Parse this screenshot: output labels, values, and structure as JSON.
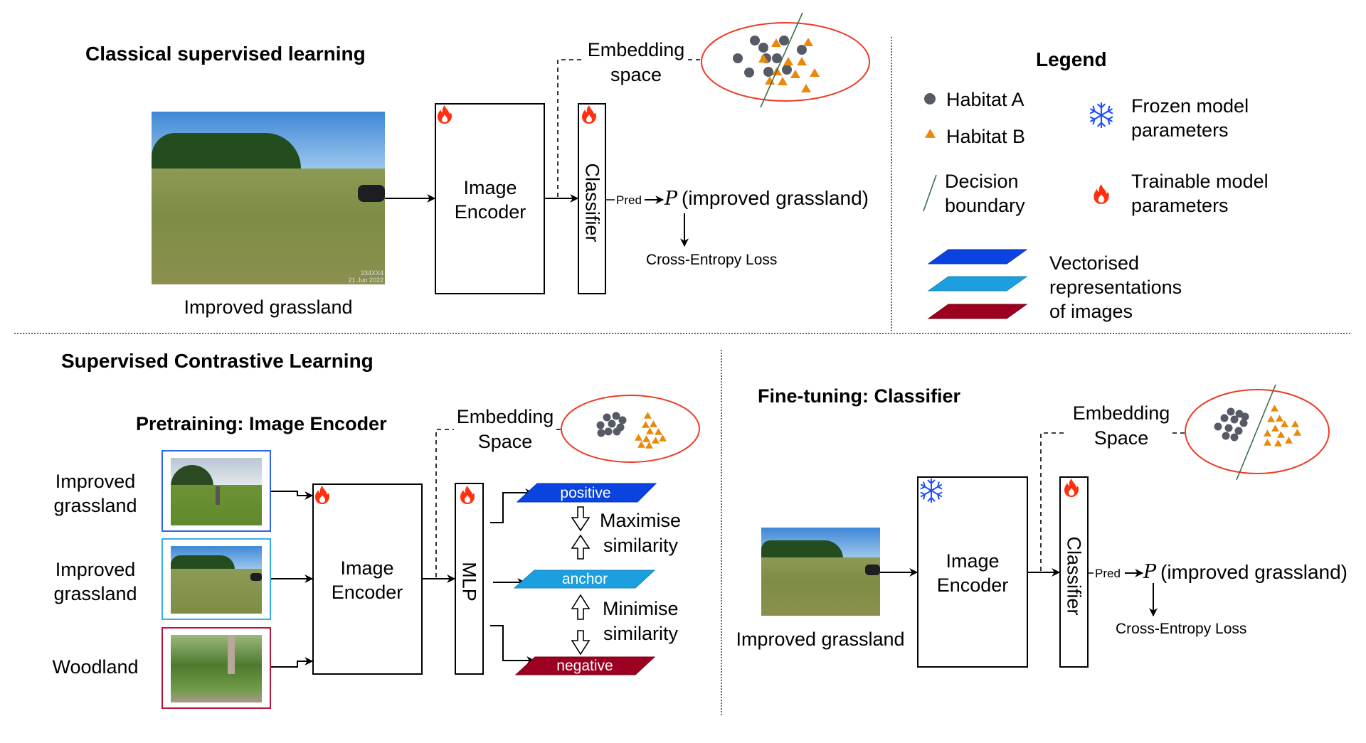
{
  "classical": {
    "title": "Classical supervised learning",
    "image_caption": "Improved grassland",
    "image_stamp_line1": "234XX4",
    "image_stamp_line2": "21 Jun 2022",
    "encoder_line1": "Image",
    "encoder_line2": "Encoder",
    "classifier_label": "Classifier",
    "embedding_line1": "Embedding",
    "embedding_line2": "space",
    "pred_label": "Pred",
    "prob_symbol": "P",
    "prob_text": "(improved grassland)",
    "loss_label": "Cross-Entropy Loss",
    "encoder_icon": "flame-icon",
    "classifier_icon": "flame-icon"
  },
  "legend": {
    "title": "Legend",
    "items": [
      {
        "icon": "circle-icon",
        "label": "Habitat A",
        "color": "#565a64"
      },
      {
        "icon": "triangle-icon",
        "label": "Habitat B",
        "color": "#e8890c"
      },
      {
        "icon": "line-icon",
        "label": "Decision\nboundary",
        "color": "#3c6e4c"
      },
      {
        "icon": "snowflake-icon",
        "label": "Frozen model\nparameters",
        "color": "#1b4dff"
      },
      {
        "icon": "flame-icon",
        "label": "Trainable model\nparameters",
        "color": "#ff3010"
      },
      {
        "icon": "parallelogram-stack-icon",
        "label": "Vectorised\nrepresentations\nof images",
        "colors": [
          "#0b43e0",
          "#1c9fdf",
          "#9c0020"
        ]
      }
    ]
  },
  "contrastive": {
    "title": "Supervised Contrastive Learning",
    "pretraining": {
      "title": "Pretraining: Image Encoder",
      "inputs": [
        {
          "label": "Improved\ngrassland",
          "frame_color": "#2f62ee"
        },
        {
          "label": "Improved\ngrassland",
          "frame_color": "#34aee6"
        },
        {
          "label": "Woodland",
          "frame_color": "#b8143a"
        }
      ],
      "encoder_line1": "Image",
      "encoder_line2": "Encoder",
      "mlp_label": "MLP",
      "embedding_line1": "Embedding",
      "embedding_line2": "Space",
      "vectors": [
        {
          "label": "positive",
          "color": "#0b43e0"
        },
        {
          "label": "anchor",
          "color": "#1c9fdf"
        },
        {
          "label": "negative",
          "color": "#9c0020"
        }
      ],
      "maximise_line1": "Maximise",
      "maximise_line2": "similarity",
      "minimise_line1": "Minimise",
      "minimise_line2": "similarity"
    },
    "finetuning": {
      "title": "Fine-tuning: Classifier",
      "image_caption": "Improved grassland",
      "encoder_line1": "Image",
      "encoder_line2": "Encoder",
      "encoder_icon": "snowflake-icon",
      "classifier_label": "Classifier",
      "classifier_icon": "flame-icon",
      "embedding_line1": "Embedding",
      "embedding_line2": "Space",
      "pred_label": "Pred",
      "prob_symbol": "P",
      "prob_text": "(improved grassland)",
      "loss_label": "Cross-Entropy Loss"
    }
  },
  "colors": {
    "habitat_a": "#565a64",
    "habitat_b": "#e8890c",
    "ellipse": "#ee3a24",
    "boundary": "#3c6e4c",
    "flame": "#ff3010",
    "snowflake": "#1b4dff"
  }
}
